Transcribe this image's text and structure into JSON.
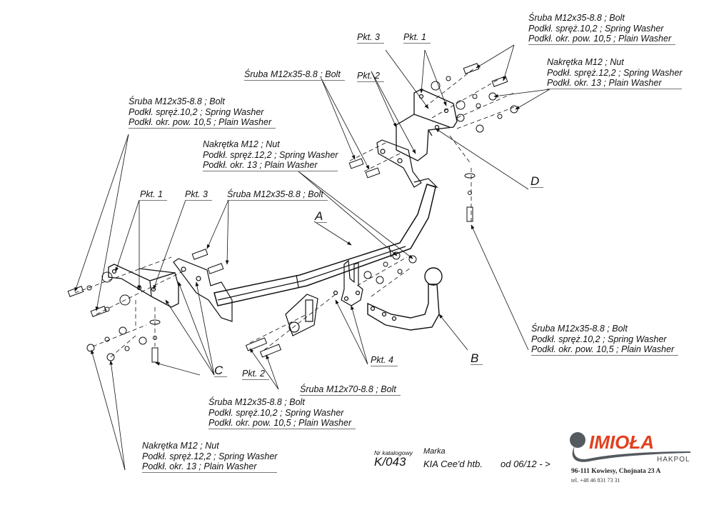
{
  "title_block": {
    "catalog_caption": "Nr katalogowy",
    "catalog_number": "K/043",
    "brand_caption": "Marka",
    "model": "KIA Cee'd htb.",
    "production_from": "od 06/12 - >"
  },
  "company": {
    "logo_text": "IMIOŁA",
    "logo_subtext": "HAKPOL",
    "address": "96-111 Kowiesy, Chojnata 23 A",
    "phone": "tel. +48 46 831 73 31",
    "brand_color": "#e0401f",
    "ball_color": "#555a5f"
  },
  "part_letters": {
    "a": "A",
    "b": "B",
    "c": "C",
    "d": "D"
  },
  "points": {
    "pkt1_top": "Pkt. 1",
    "pkt2_top": "Pkt. 2",
    "pkt3_top": "Pkt. 3",
    "pkt1_left": "Pkt. 1",
    "pkt3_left": "Pkt. 3",
    "pkt2_bottom": "Pkt. 2",
    "pkt4": "Pkt. 4"
  },
  "callouts": {
    "top_right_bolt": [
      "Śruba M12x35-8.8 ;  Bolt",
      "Podkł. spręż.10,2 ; Spring Washer",
      "Podkł. okr. pow. 10,5 ; Plain Washer"
    ],
    "top_right_nut": [
      "Nakrętka  M12 ; Nut",
      "Podkł. spręż.12,2 ; Spring Washer",
      "Podkł. okr. 13 ; Plain Washer"
    ],
    "top_center_bolt": [
      "Śruba M12x35-8.8 ;  Bolt"
    ],
    "left_bolt": [
      "Śruba M12x35-8.8 ;  Bolt",
      "Podkł. spręż.10,2 ; Spring Washer",
      "Podkł. okr. pow. 10,5 ; Plain Washer"
    ],
    "center_nut": [
      "Nakrętka  M12 ; Nut",
      "Podkł. spręż.12,2 ; Spring Washer",
      "Podkł. okr. 13 ; Plain Washer"
    ],
    "left_mid_bolt": [
      "Śruba M12x35-8.8 ;  Bolt"
    ],
    "right_bolt": [
      "Śruba M12x35-8.8 ;  Bolt",
      "Podkł. spręż.10,2 ; Spring Washer",
      "Podkł. okr. pow. 10,5 ; Plain Washer"
    ],
    "long_bolt": [
      "Śruba M12x70-8.8 ;  Bolt"
    ],
    "bottom_bolt": [
      "Śruba M12x35-8.8 ;  Bolt",
      "Podkł. spręż.10,2 ; Spring Washer",
      "Podkł. okr. pow. 10,5 ; Plain Washer"
    ],
    "bottom_nut": [
      "Nakrętka  M12 ; Nut",
      "Podkł. spręż.12,2 ; Spring Washer",
      "Podkł. okr. 13 ; Plain Washer"
    ]
  }
}
